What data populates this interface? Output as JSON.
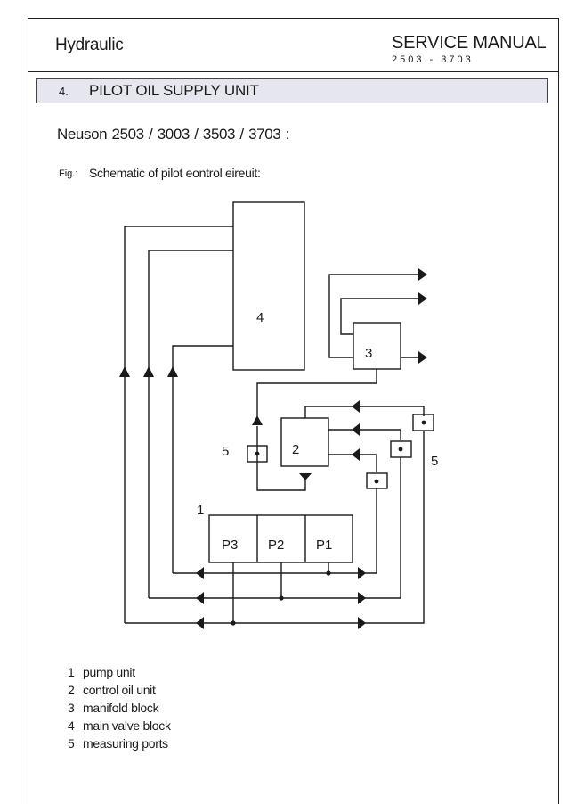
{
  "header": {
    "left_title": "Hydraulic",
    "right_title": "SERVICE  MANUAL",
    "right_subtitle": "2503 - 3703"
  },
  "section": {
    "number": "4.",
    "title": "PILOT OIL SUPPLY UNIT"
  },
  "models_line": "Neuson   2503 / 3003 / 3503 / 3703 :",
  "figure": {
    "prefix": "Fig.:",
    "caption": "Schematic of pilot  eontrol  eireuit:"
  },
  "diagram_labels": {
    "main_valve_block": "4",
    "manifold_block": "3",
    "control_oil_unit": "2",
    "measuring_ports_left": "5",
    "measuring_ports_right": "5",
    "pump_unit": "1",
    "pump_p3": "P3",
    "pump_p2": "P2",
    "pump_p1": "P1"
  },
  "legend": [
    {
      "num": "1",
      "label": "pump unit"
    },
    {
      "num": "2",
      "label": "control oil unit"
    },
    {
      "num": "3",
      "label": "manifold block"
    },
    {
      "num": "4",
      "label": "main valve block"
    },
    {
      "num": "5",
      "label": "measuring ports"
    }
  ]
}
